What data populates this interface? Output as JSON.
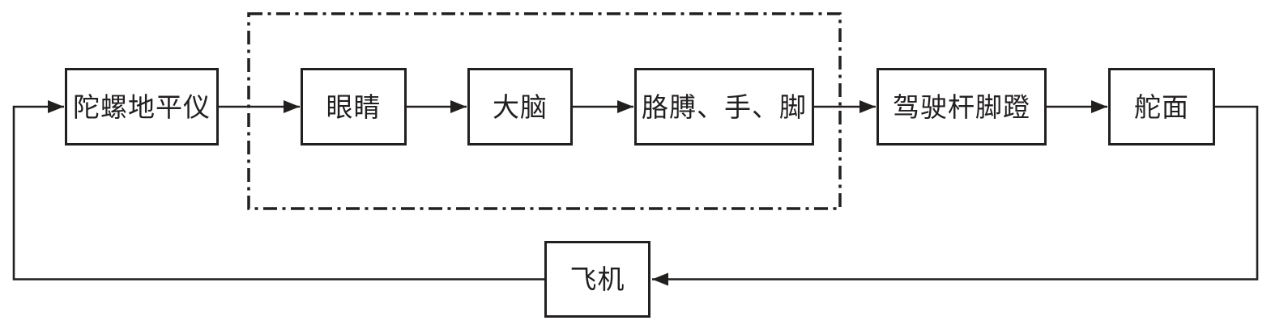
{
  "diagram": {
    "type": "control-loop-block-diagram",
    "description": "Pilot-in-the-loop manual flight control feedback diagram",
    "background_color": "#ffffff",
    "line_color": "#221f1f",
    "nodes": [
      {
        "id": "gyro",
        "label": "陀螺地平仪"
      },
      {
        "id": "eyes",
        "label": "眼睛"
      },
      {
        "id": "brain",
        "label": "大脑"
      },
      {
        "id": "limbs",
        "label": "胳膊、手、脚"
      },
      {
        "id": "controls",
        "label": "驾驶杆脚蹬"
      },
      {
        "id": "rudder",
        "label": "舵面"
      },
      {
        "id": "aircraft",
        "label": "飞机"
      }
    ],
    "edges": [
      {
        "from": "aircraft",
        "to": "gyro",
        "style": "feedback-left-loop"
      },
      {
        "from": "gyro",
        "to": "eyes",
        "style": "arrow"
      },
      {
        "from": "eyes",
        "to": "brain",
        "style": "arrow"
      },
      {
        "from": "brain",
        "to": "limbs",
        "style": "arrow"
      },
      {
        "from": "limbs",
        "to": "controls",
        "style": "arrow"
      },
      {
        "from": "controls",
        "to": "rudder",
        "style": "arrow"
      },
      {
        "from": "rudder",
        "to": "aircraft",
        "style": "feedback-right-loop"
      }
    ],
    "pilot_group": {
      "members": [
        "eyes",
        "brain",
        "limbs"
      ],
      "border_style": "dash-dot"
    }
  }
}
